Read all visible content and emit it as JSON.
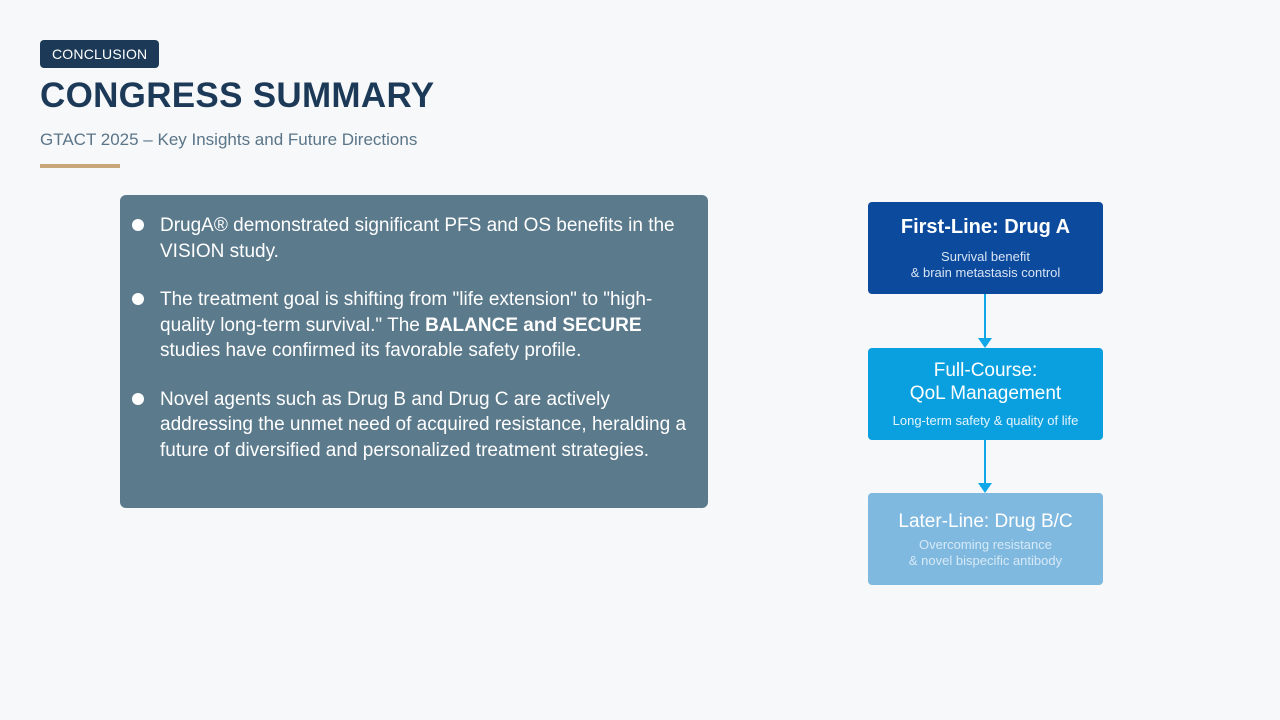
{
  "header": {
    "badge": "CONCLUSION",
    "title": "CONGRESS SUMMARY",
    "subtitle": "GTACT 2025 – Key Insights and Future Directions"
  },
  "summary": {
    "bullets": [
      {
        "pre": "DrugA® demonstrated significant PFS and OS benefits in the VISION study.",
        "bold": "",
        "post": ""
      },
      {
        "pre": "The treatment goal is shifting from \"life extension\" to \"high-quality long-term survival.\" The ",
        "bold": "BALANCE and SECURE",
        "post": " studies have confirmed its favorable safety profile."
      },
      {
        "pre": "Novel agents such as Drug B and Drug C are actively addressing the unmet need of acquired resistance, heralding a future of diversified and personalized treatment strategies.",
        "bold": "",
        "post": ""
      }
    ]
  },
  "flow": {
    "steps": [
      {
        "title": "First-Line:  Drug A",
        "sub": "Survival benefit\n& brain metastasis control"
      },
      {
        "title": "Full-Course:\nQoL Management",
        "sub": "Long-term safety & quality of life"
      },
      {
        "title": "Later-Line:  Drug B/C",
        "sub": "Overcoming resistance\n& novel bispecific antibody"
      }
    ],
    "colors": {
      "step1": "#0b4a9c",
      "step2": "#0aa0df",
      "step3": "#7fb9e0",
      "connector": "#10a7e8"
    }
  }
}
